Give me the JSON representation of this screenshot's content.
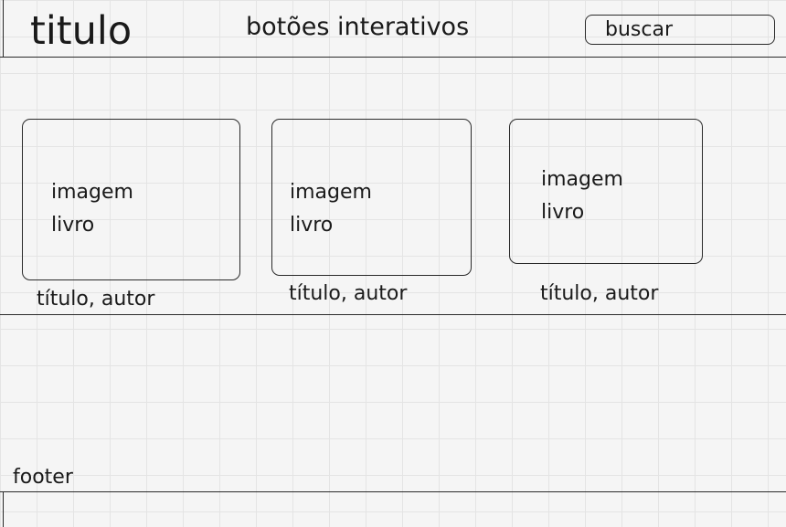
{
  "header": {
    "title": "titulo",
    "nav_label": "botões interativos",
    "search_label": "buscar"
  },
  "books": [
    {
      "image_text": "imagem livro",
      "caption": "título, autor"
    },
    {
      "image_text": "imagem livro",
      "caption": "título, autor"
    },
    {
      "image_text": "imagem livro",
      "caption": "título, autor"
    }
  ],
  "footer": {
    "label": "footer"
  }
}
